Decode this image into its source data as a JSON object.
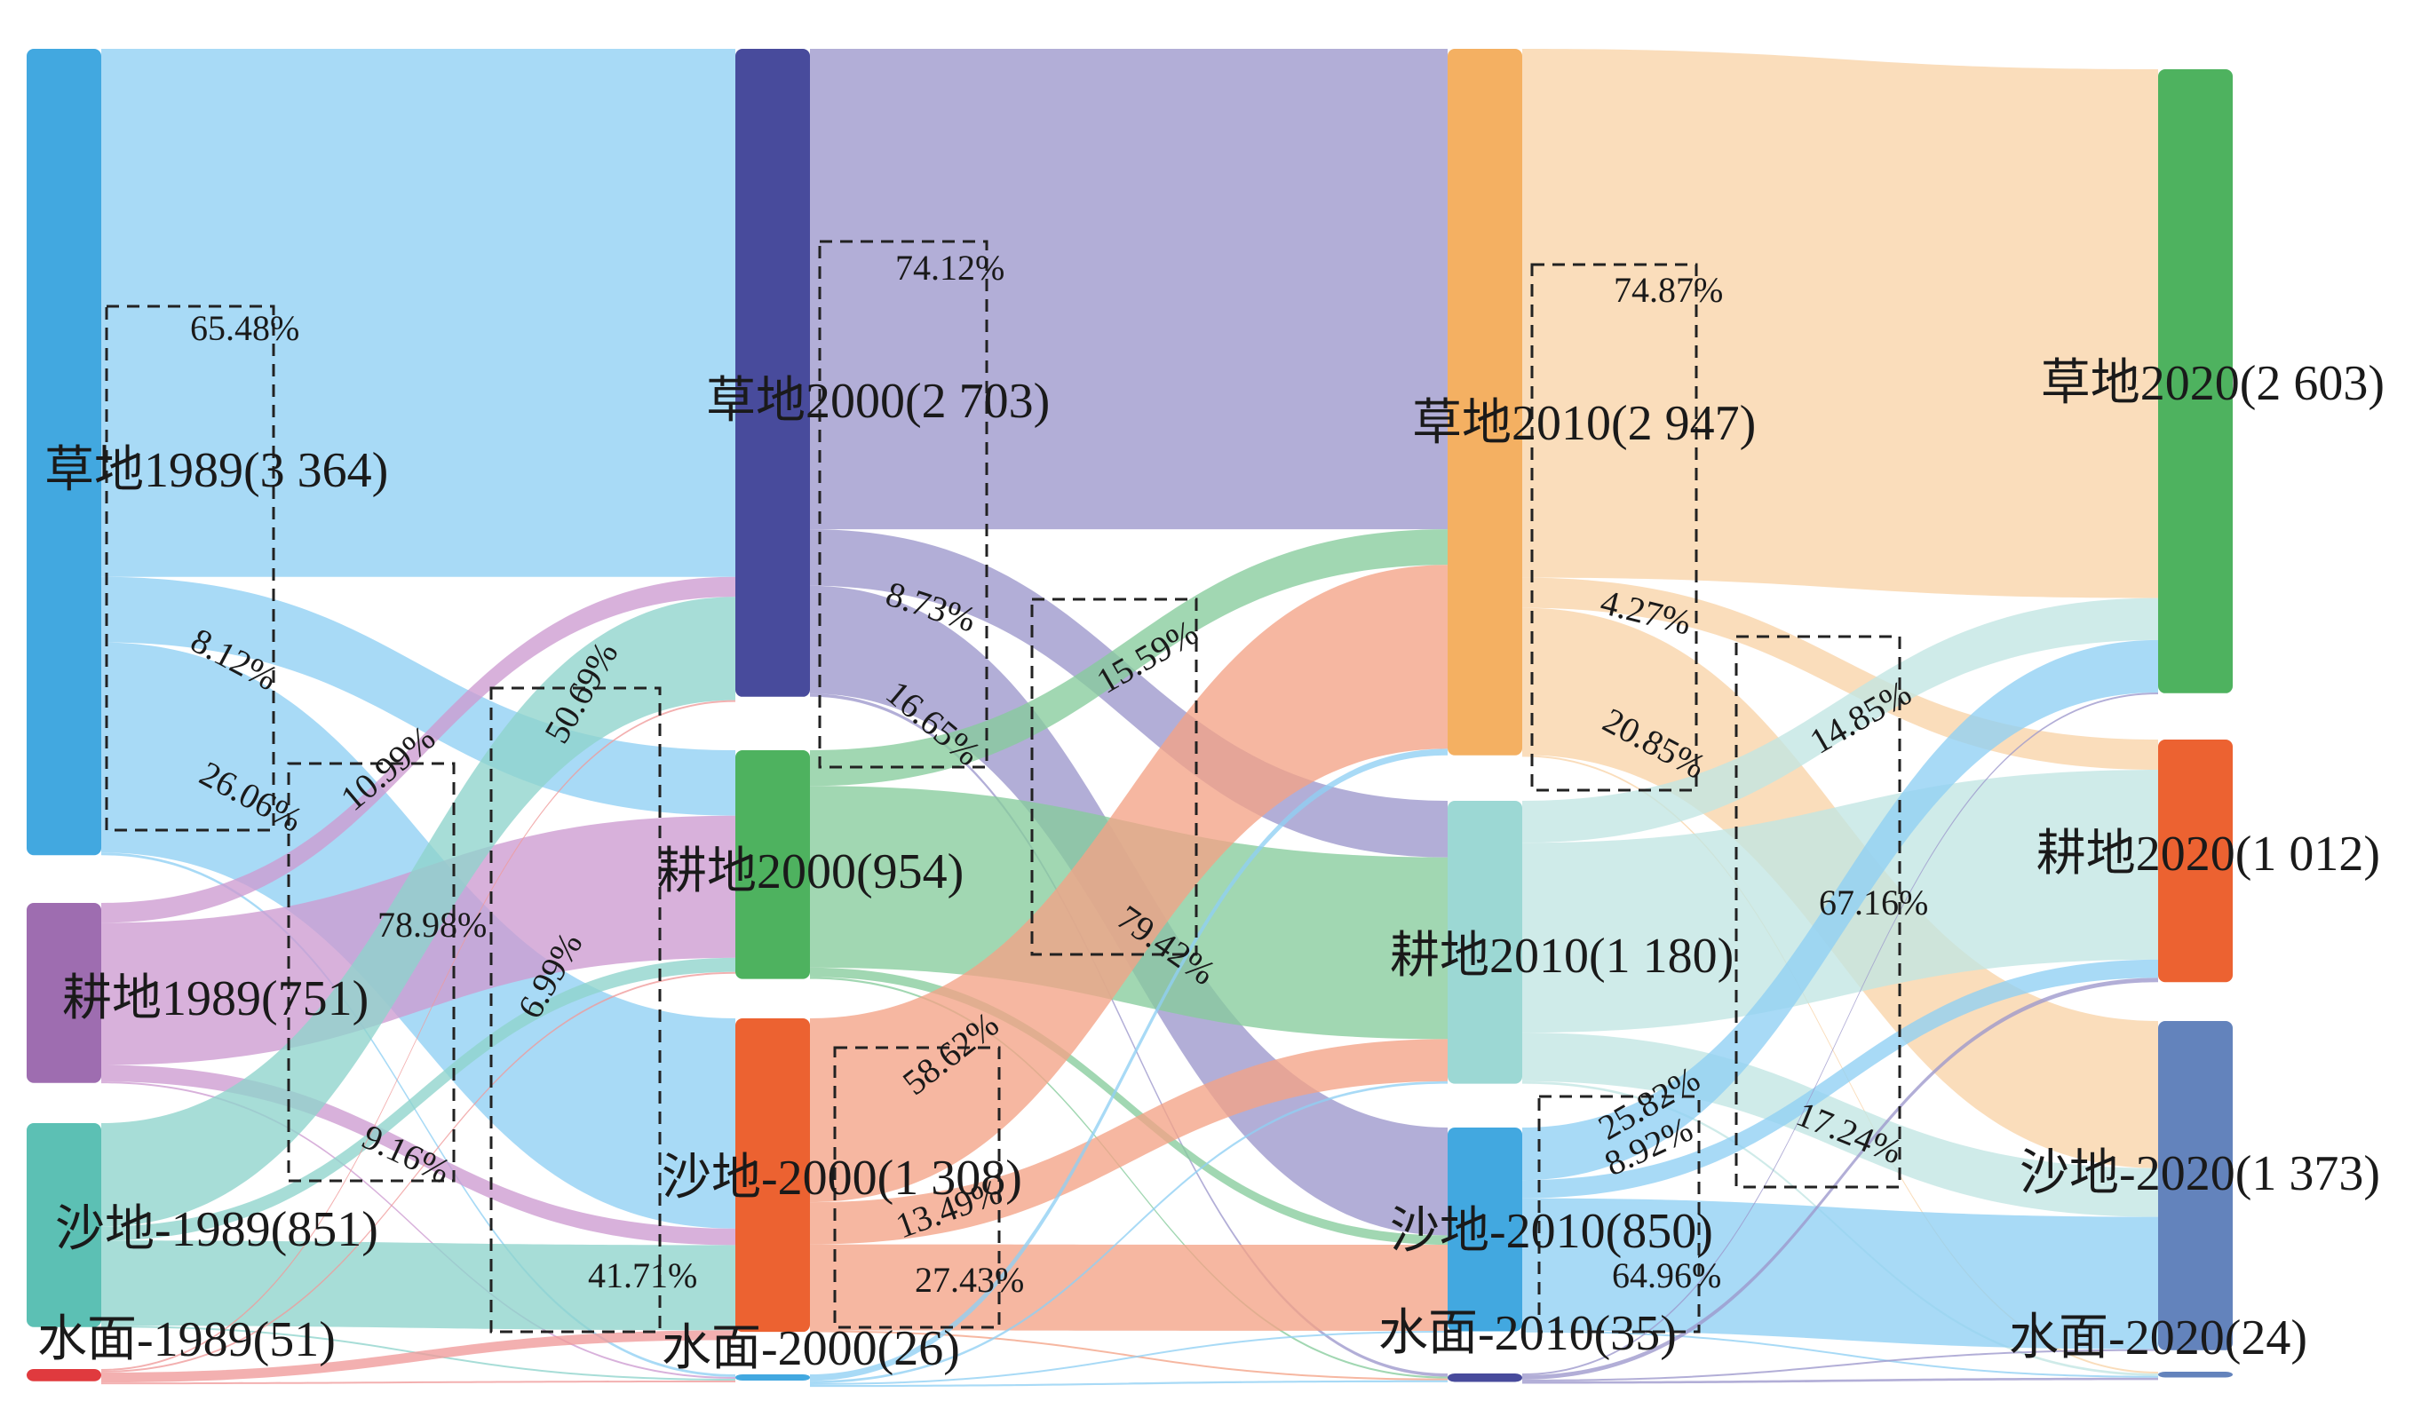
{
  "chart_data": {
    "type": "sankey",
    "nodes": [
      {
        "id": "g1989",
        "label": "草地1989(3 364)",
        "year": 1989,
        "value": 3364,
        "color": "#42a8e0"
      },
      {
        "id": "c1989",
        "label": "耕地1989(751)",
        "year": 1989,
        "value": 751,
        "color": "#9e6db0"
      },
      {
        "id": "s1989",
        "label": "沙地-1989(851)",
        "year": 1989,
        "value": 851,
        "color": "#5cc0b4"
      },
      {
        "id": "w1989",
        "label": "水面-1989(51)",
        "year": 1989,
        "value": 51,
        "color": "#e03a3e"
      },
      {
        "id": "g2000",
        "label": "草地2000(2 703)",
        "year": 2000,
        "value": 2703,
        "color": "#484b9c"
      },
      {
        "id": "c2000",
        "label": "耕地2000(954)",
        "year": 2000,
        "value": 954,
        "color": "#4eb25f"
      },
      {
        "id": "s2000",
        "label": "沙地-2000(1 308)",
        "year": 2000,
        "value": 1308,
        "color": "#ec6231"
      },
      {
        "id": "w2000",
        "label": "水面-2000(26)",
        "year": 2000,
        "value": 26,
        "color": "#42a8e0"
      },
      {
        "id": "g2010",
        "label": "草地2010(2 947)",
        "year": 2010,
        "value": 2947,
        "color": "#f4b062"
      },
      {
        "id": "c2010",
        "label": "耕地2010(1 180)",
        "year": 2010,
        "value": 1180,
        "color": "#9cd8d4"
      },
      {
        "id": "s2010",
        "label": "沙地-2010(850)",
        "year": 2010,
        "value": 850,
        "color": "#42a8e0"
      },
      {
        "id": "w2010",
        "label": "水面-2010(35)",
        "year": 2010,
        "value": 35,
        "color": "#484b9c"
      },
      {
        "id": "g2020",
        "label": "草地2020(2 603)",
        "year": 2020,
        "value": 2603,
        "color": "#4eb25f"
      },
      {
        "id": "c2020",
        "label": "耕地2020(1 012)",
        "year": 2020,
        "value": 1012,
        "color": "#ec6231"
      },
      {
        "id": "s2020",
        "label": "沙地-2020(1 373)",
        "year": 2020,
        "value": 1373,
        "color": "#6383bc"
      },
      {
        "id": "w2020",
        "label": "水面-2020(24)",
        "year": 2020,
        "value": 24,
        "color": "#6383bc"
      }
    ],
    "links": [
      {
        "source": "g1989",
        "target": "g2000",
        "value": 2203,
        "color": "#8fd0f3"
      },
      {
        "source": "g1989",
        "target": "c2000",
        "value": 273,
        "color": "#8fd0f3"
      },
      {
        "source": "g1989",
        "target": "s2000",
        "value": 877,
        "color": "#8fd0f3"
      },
      {
        "source": "g1989",
        "target": "w2000",
        "value": 11,
        "color": "#8fd0f3"
      },
      {
        "source": "c1989",
        "target": "g2000",
        "value": 83,
        "color": "#cd9bd1"
      },
      {
        "source": "c1989",
        "target": "c2000",
        "value": 593,
        "color": "#cd9bd1"
      },
      {
        "source": "c1989",
        "target": "s2000",
        "value": 69,
        "color": "#cd9bd1"
      },
      {
        "source": "c1989",
        "target": "w2000",
        "value": 6,
        "color": "#cd9bd1"
      },
      {
        "source": "s1989",
        "target": "g2000",
        "value": 431,
        "color": "#8ed3cc"
      },
      {
        "source": "s1989",
        "target": "c2000",
        "value": 59,
        "color": "#8ed3cc"
      },
      {
        "source": "s1989",
        "target": "s2000",
        "value": 355,
        "color": "#8ed3cc"
      },
      {
        "source": "s1989",
        "target": "w2000",
        "value": 6,
        "color": "#8ed3cc"
      },
      {
        "source": "w1989",
        "target": "g2000",
        "value": 3,
        "color": "#f09a9a"
      },
      {
        "source": "w1989",
        "target": "c2000",
        "value": 4,
        "color": "#f09a9a"
      },
      {
        "source": "w1989",
        "target": "s2000",
        "value": 41,
        "color": "#f09a9a"
      },
      {
        "source": "w1989",
        "target": "w2000",
        "value": 3,
        "color": "#f09a9a"
      },
      {
        "source": "g2000",
        "target": "g2010",
        "value": 2004,
        "color": "#9c97cc"
      },
      {
        "source": "g2000",
        "target": "c2010",
        "value": 236,
        "color": "#9c97cc"
      },
      {
        "source": "g2000",
        "target": "s2010",
        "value": 450,
        "color": "#9c97cc"
      },
      {
        "source": "g2000",
        "target": "w2010",
        "value": 13,
        "color": "#9c97cc"
      },
      {
        "source": "c2000",
        "target": "g2010",
        "value": 149,
        "color": "#86cc9c"
      },
      {
        "source": "c2000",
        "target": "c2010",
        "value": 758,
        "color": "#86cc9c"
      },
      {
        "source": "c2000",
        "target": "s2010",
        "value": 39,
        "color": "#86cc9c"
      },
      {
        "source": "c2000",
        "target": "w2010",
        "value": 8,
        "color": "#86cc9c"
      },
      {
        "source": "s2000",
        "target": "g2010",
        "value": 767,
        "color": "#f4a386"
      },
      {
        "source": "s2000",
        "target": "c2010",
        "value": 176,
        "color": "#f4a386"
      },
      {
        "source": "s2000",
        "target": "s2010",
        "value": 359,
        "color": "#f4a386"
      },
      {
        "source": "s2000",
        "target": "w2010",
        "value": 6,
        "color": "#f4a386"
      },
      {
        "source": "w2000",
        "target": "g2010",
        "value": 27,
        "color": "#8fd0f3"
      },
      {
        "source": "w2000",
        "target": "c2010",
        "value": 10,
        "color": "#8fd0f3"
      },
      {
        "source": "w2000",
        "target": "s2010",
        "value": 2,
        "color": "#8fd0f3"
      },
      {
        "source": "w2000",
        "target": "w2010",
        "value": 8,
        "color": "#8fd0f3"
      },
      {
        "source": "g2010",
        "target": "g2020",
        "value": 2206,
        "color": "#f8d3a8"
      },
      {
        "source": "g2010",
        "target": "c2020",
        "value": 126,
        "color": "#f8d3a8"
      },
      {
        "source": "g2010",
        "target": "s2020",
        "value": 614,
        "color": "#f8d3a8"
      },
      {
        "source": "g2010",
        "target": "w2020",
        "value": 1,
        "color": "#f8d3a8"
      },
      {
        "source": "c2010",
        "target": "g2020",
        "value": 175,
        "color": "#c2e6e3"
      },
      {
        "source": "c2010",
        "target": "c2020",
        "value": 792,
        "color": "#c2e6e3"
      },
      {
        "source": "c2010",
        "target": "s2020",
        "value": 203,
        "color": "#c2e6e3"
      },
      {
        "source": "c2010",
        "target": "w2020",
        "value": 10,
        "color": "#c2e6e3"
      },
      {
        "source": "s2010",
        "target": "g2020",
        "value": 219,
        "color": "#8fd0f3"
      },
      {
        "source": "s2010",
        "target": "c2020",
        "value": 76,
        "color": "#8fd0f3"
      },
      {
        "source": "s2010",
        "target": "s2020",
        "value": 552,
        "color": "#8fd0f3"
      },
      {
        "source": "s2010",
        "target": "w2020",
        "value": 3,
        "color": "#8fd0f3"
      },
      {
        "source": "w2010",
        "target": "g2020",
        "value": 3,
        "color": "#9c97cc"
      },
      {
        "source": "w2010",
        "target": "c2020",
        "value": 18,
        "color": "#9c97cc"
      },
      {
        "source": "w2010",
        "target": "s2020",
        "value": 4,
        "color": "#9c97cc"
      },
      {
        "source": "w2010",
        "target": "w2020",
        "value": 10,
        "color": "#9c97cc"
      }
    ],
    "annotations": [
      {
        "text": "65.48%",
        "group": "box1"
      },
      {
        "text": "8.12%",
        "group": "box1",
        "rotate": 28
      },
      {
        "text": "26.06%",
        "group": "box1",
        "rotate": 28
      },
      {
        "text": "10.99%",
        "group": "box2",
        "rotate": -40
      },
      {
        "text": "78.98%",
        "group": "box2"
      },
      {
        "text": "9.16%",
        "group": "box2",
        "rotate": 25
      },
      {
        "text": "50.69%",
        "group": "box3",
        "rotate": -60
      },
      {
        "text": "6.99%",
        "group": "box3",
        "rotate": -60
      },
      {
        "text": "41.71%",
        "group": "box3"
      },
      {
        "text": "74.12%",
        "group": "box4"
      },
      {
        "text": "8.73%",
        "group": "box4",
        "rotate": 18
      },
      {
        "text": "16.65%",
        "group": "box4",
        "rotate": 40
      },
      {
        "text": "15.59%",
        "group": "box5",
        "rotate": -30
      },
      {
        "text": "79.42%",
        "group": "box5",
        "rotate": 35
      },
      {
        "text": "58.62%",
        "group": "box6",
        "rotate": -38
      },
      {
        "text": "13.49%",
        "group": "box6",
        "rotate": -20
      },
      {
        "text": "27.43%",
        "group": "box6"
      },
      {
        "text": "74.87%",
        "group": "box7"
      },
      {
        "text": "4.27%",
        "group": "box7",
        "rotate": 14
      },
      {
        "text": "20.85%",
        "group": "box7",
        "rotate": 28
      },
      {
        "text": "14.85%",
        "group": "box8",
        "rotate": -30
      },
      {
        "text": "67.16%",
        "group": "box8"
      },
      {
        "text": "17.24%",
        "group": "box8",
        "rotate": 22
      },
      {
        "text": "25.82%",
        "group": "box9",
        "rotate": -30
      },
      {
        "text": "8.92%",
        "group": "box9",
        "rotate": -25
      },
      {
        "text": "64.96%",
        "group": "box9"
      }
    ]
  }
}
